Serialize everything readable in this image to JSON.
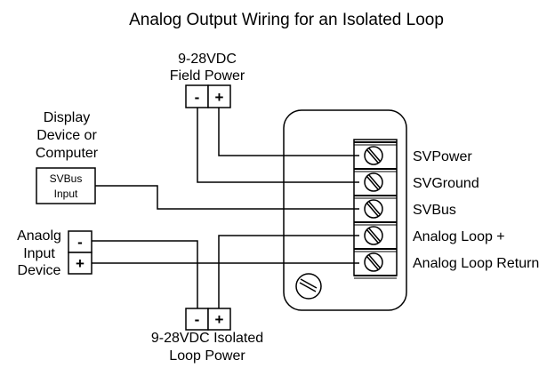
{
  "title": "Analog Output Wiring for an Isolated Loop",
  "field_power": {
    "label_line1": "9-28VDC",
    "label_line2": "Field Power",
    "minus": "-",
    "plus": "+"
  },
  "display_device": {
    "label_line1": "Display",
    "label_line2": "Device or",
    "label_line3": "Computer",
    "box_line1": "SVBus",
    "box_line2": "Input"
  },
  "analog_input": {
    "label_line1": "Anaolg",
    "label_line2": "Input",
    "label_line3": "Device",
    "minus": "-",
    "plus": "+"
  },
  "isolated_power": {
    "label_line1": "9-28VDC Isolated",
    "label_line2": "Loop Power",
    "minus": "-",
    "plus": "+"
  },
  "terminals": [
    {
      "label": "SVPower"
    },
    {
      "label": "SVGround"
    },
    {
      "label": "SVBus"
    },
    {
      "label": "Analog Loop +"
    },
    {
      "label": "Analog Loop Return"
    }
  ]
}
